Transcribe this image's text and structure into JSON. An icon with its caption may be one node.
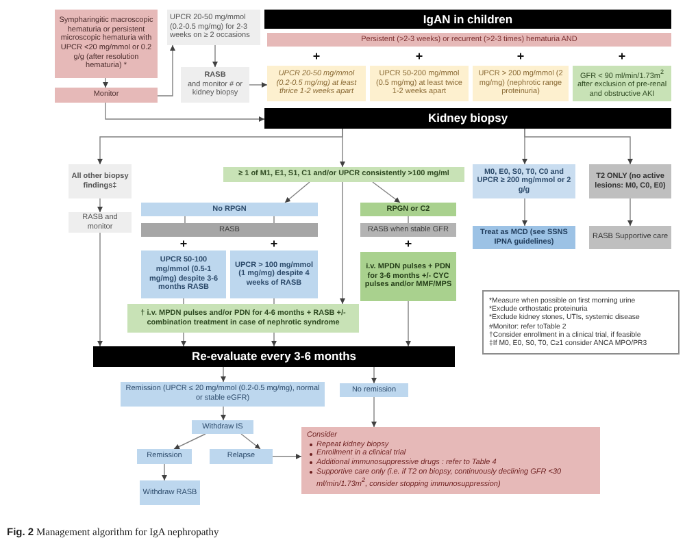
{
  "diagram": {
    "caption": "**Fig. 2** Management algorithm for IgA nephropathy",
    "nodes": [
      {
        "text": [
          "Sympharingitic macroscopic hematuria or persistent microscopic hematuria with UPCR <20 mg/mmol or 0.2 g/g (after resolution hematuria) *"
        ]
      },
      {
        "text": [
          "Monitor"
        ]
      },
      {
        "text": [
          "UPCR 20-50 mg/mmol (0.2-0.5 mg/mg) for 2-3 weeks on ≥ 2 occasions"
        ]
      },
      {
        "text": [
          "RASB",
          "and monitor # or kidney biopsy"
        ]
      },
      {
        "text": [
          "IgAN in children"
        ]
      },
      {
        "text": [
          "Persistent (>2-3 weeks) or recurrent (>2-3 times) hematuria AND"
        ]
      },
      {
        "text": [
          "UPCR 20-50 mg/mmol (0.2-0.5 mg/mg) at least thrice 1-2 weeks apart"
        ]
      },
      {
        "text": [
          "UPCR 50-200 mg/mmol (0.5 mg/mg) at least twice 1-2 weeks apart"
        ]
      },
      {
        "text": [
          "UPCR > 200 mg/mmol (2 mg/mg) (nephrotic range proteinuria)"
        ]
      },
      {
        "text": [
          "GFR < 90 ml/min/1.73m$^{2}$ after exclusion of pre-renal and obstructive AKI"
        ]
      },
      {
        "text": [
          "Kidney biopsy"
        ]
      },
      {
        "text": [
          "All other biopsy findings‡"
        ]
      },
      {
        "text": [
          "RASB and monitor"
        ]
      },
      {
        "text": [
          "≥ 1 of M1, E1, S1, C1 and/or UPCR consistently >100 mg/ml"
        ]
      },
      {
        "text": [
          "No RPGN"
        ]
      },
      {
        "text": [
          "RASB"
        ]
      },
      {
        "text": [
          "UPCR 50-100 mg/mmol (0.5-1 mg/mg) despite 3-6 months RASB"
        ]
      },
      {
        "text": [
          "UPCR > 100 mg/mmol (1 mg/mg) despite 4 weeks of RASB"
        ]
      },
      {
        "text": [
          "† i.v. MPDN pulses and/or PDN for 4-6 months + RASB +/- combination treatment in case of nephrotic syndrome"
        ]
      },
      {
        "text": [
          "RPGN or C2"
        ]
      },
      {
        "text": [
          "RASB when stable GFR"
        ]
      },
      {
        "text": [
          "i.v. MPDN pulses + PDN for 3-6 months +/- CYC pulses and/or MMF/MPS"
        ]
      },
      {
        "text": [
          "M0, E0, S0, T0, C0 and UPCR ≥ 200 mg/mmol or 2 g/g"
        ]
      },
      {
        "text": [
          "Treat as MCD (see SSNS IPNA guidelines)"
        ]
      },
      {
        "text": [
          "T2 ONLY (no active lesions: M0, C0, E0)"
        ]
      },
      {
        "text": [
          "RASB Supportive care"
        ]
      },
      {
        "text": [
          "*Measure when possible on first morning urine",
          "*Exclude orthostatic proteinuria",
          "*Exclude kidney stones, UTIs, systemic disease",
          "#Monitor: refer toTable 2",
          "†Consider enrollment in a clinical trial, if feasible",
          "‡If M0, E0, S0, T0, C≥1 consider ANCA MPO/PR3"
        ]
      },
      {
        "text": [
          "Re-evaluate every 3-6 months"
        ]
      },
      {
        "text": [
          "Remission (UPCR ≤ 20 mg/mmol (0.2-0.5 mg/mg), normal or stable eGFR)"
        ]
      },
      {
        "text": [
          "No remission"
        ]
      },
      {
        "text": [
          "Withdraw IS"
        ]
      },
      {
        "text": [
          "Remission"
        ]
      },
      {
        "text": [
          "Relapse"
        ]
      },
      {
        "text": [
          "Withdraw RASB"
        ]
      },
      {
        "text": [
          "Consider",
          "Repeat kidney biopsy",
          "Enrollment in a clinical trial",
          "Additional immunosuppressive drugs : refer to Table 4",
          "Supportive care only (i.e. if T2 on biopsy, continuously declining GFR <30 ml/min/1.73m$^{2}$, consider stopping immunosuppression)"
        ]
      }
    ],
    "edges": [
      {
        "from": 0,
        "to": 1,
        "arrow": "to"
      },
      {
        "from": 1,
        "to": 2,
        "arrow": "to"
      },
      {
        "from": 2,
        "to": 3,
        "arrow": "to"
      },
      {
        "from": 3,
        "to": 6,
        "arrow": "to"
      },
      {
        "from": 1,
        "to": 10,
        "arrow": "to"
      },
      {
        "from": 10,
        "to": 11,
        "arrow": "to"
      },
      {
        "from": 10,
        "to": 13,
        "arrow": "to"
      },
      {
        "from": 10,
        "to": 22,
        "arrow": "to"
      },
      {
        "from": 10,
        "to": 24,
        "arrow": "to"
      },
      {
        "from": 11,
        "to": 12,
        "arrow": "to"
      },
      {
        "from": 12,
        "to": 27,
        "arrow": "to"
      },
      {
        "from": 13,
        "to": 14,
        "arrow": "to"
      },
      {
        "from": 13,
        "to": 19,
        "arrow": "to"
      },
      {
        "from": 13,
        "to": 18,
        "arrow": "to"
      },
      {
        "from": 14,
        "to": 15,
        "arrow": "none"
      },
      {
        "from": 14,
        "to": 15,
        "arrow": "none"
      },
      {
        "from": 16,
        "to": 18,
        "arrow": "none"
      },
      {
        "from": 17,
        "to": 18,
        "arrow": "none"
      },
      {
        "from": 18,
        "to": 27,
        "arrow": "to"
      },
      {
        "from": 18,
        "to": 27,
        "arrow": "to"
      },
      {
        "from": 19,
        "to": 20,
        "arrow": "none"
      },
      {
        "from": 21,
        "to": 27,
        "arrow": "to"
      },
      {
        "from": 22,
        "to": 23,
        "arrow": "to"
      },
      {
        "from": 24,
        "to": 25,
        "arrow": "to"
      },
      {
        "from": 27,
        "to": 28,
        "arrow": "to"
      },
      {
        "from": 27,
        "to": 29,
        "arrow": "to"
      },
      {
        "from": 28,
        "to": 30,
        "arrow": "to"
      },
      {
        "from": 30,
        "to": 31,
        "arrow": "to"
      },
      {
        "from": 30,
        "to": 32,
        "arrow": "to"
      },
      {
        "from": 31,
        "to": 33,
        "arrow": "to"
      },
      {
        "from": 32,
        "to": 34,
        "arrow": "to"
      },
      {
        "from": 29,
        "to": 34,
        "arrow": "to"
      }
    ],
    "labels": [
      "+",
      "+",
      "+",
      "+",
      "+",
      "+",
      "+"
    ]
  }
}
